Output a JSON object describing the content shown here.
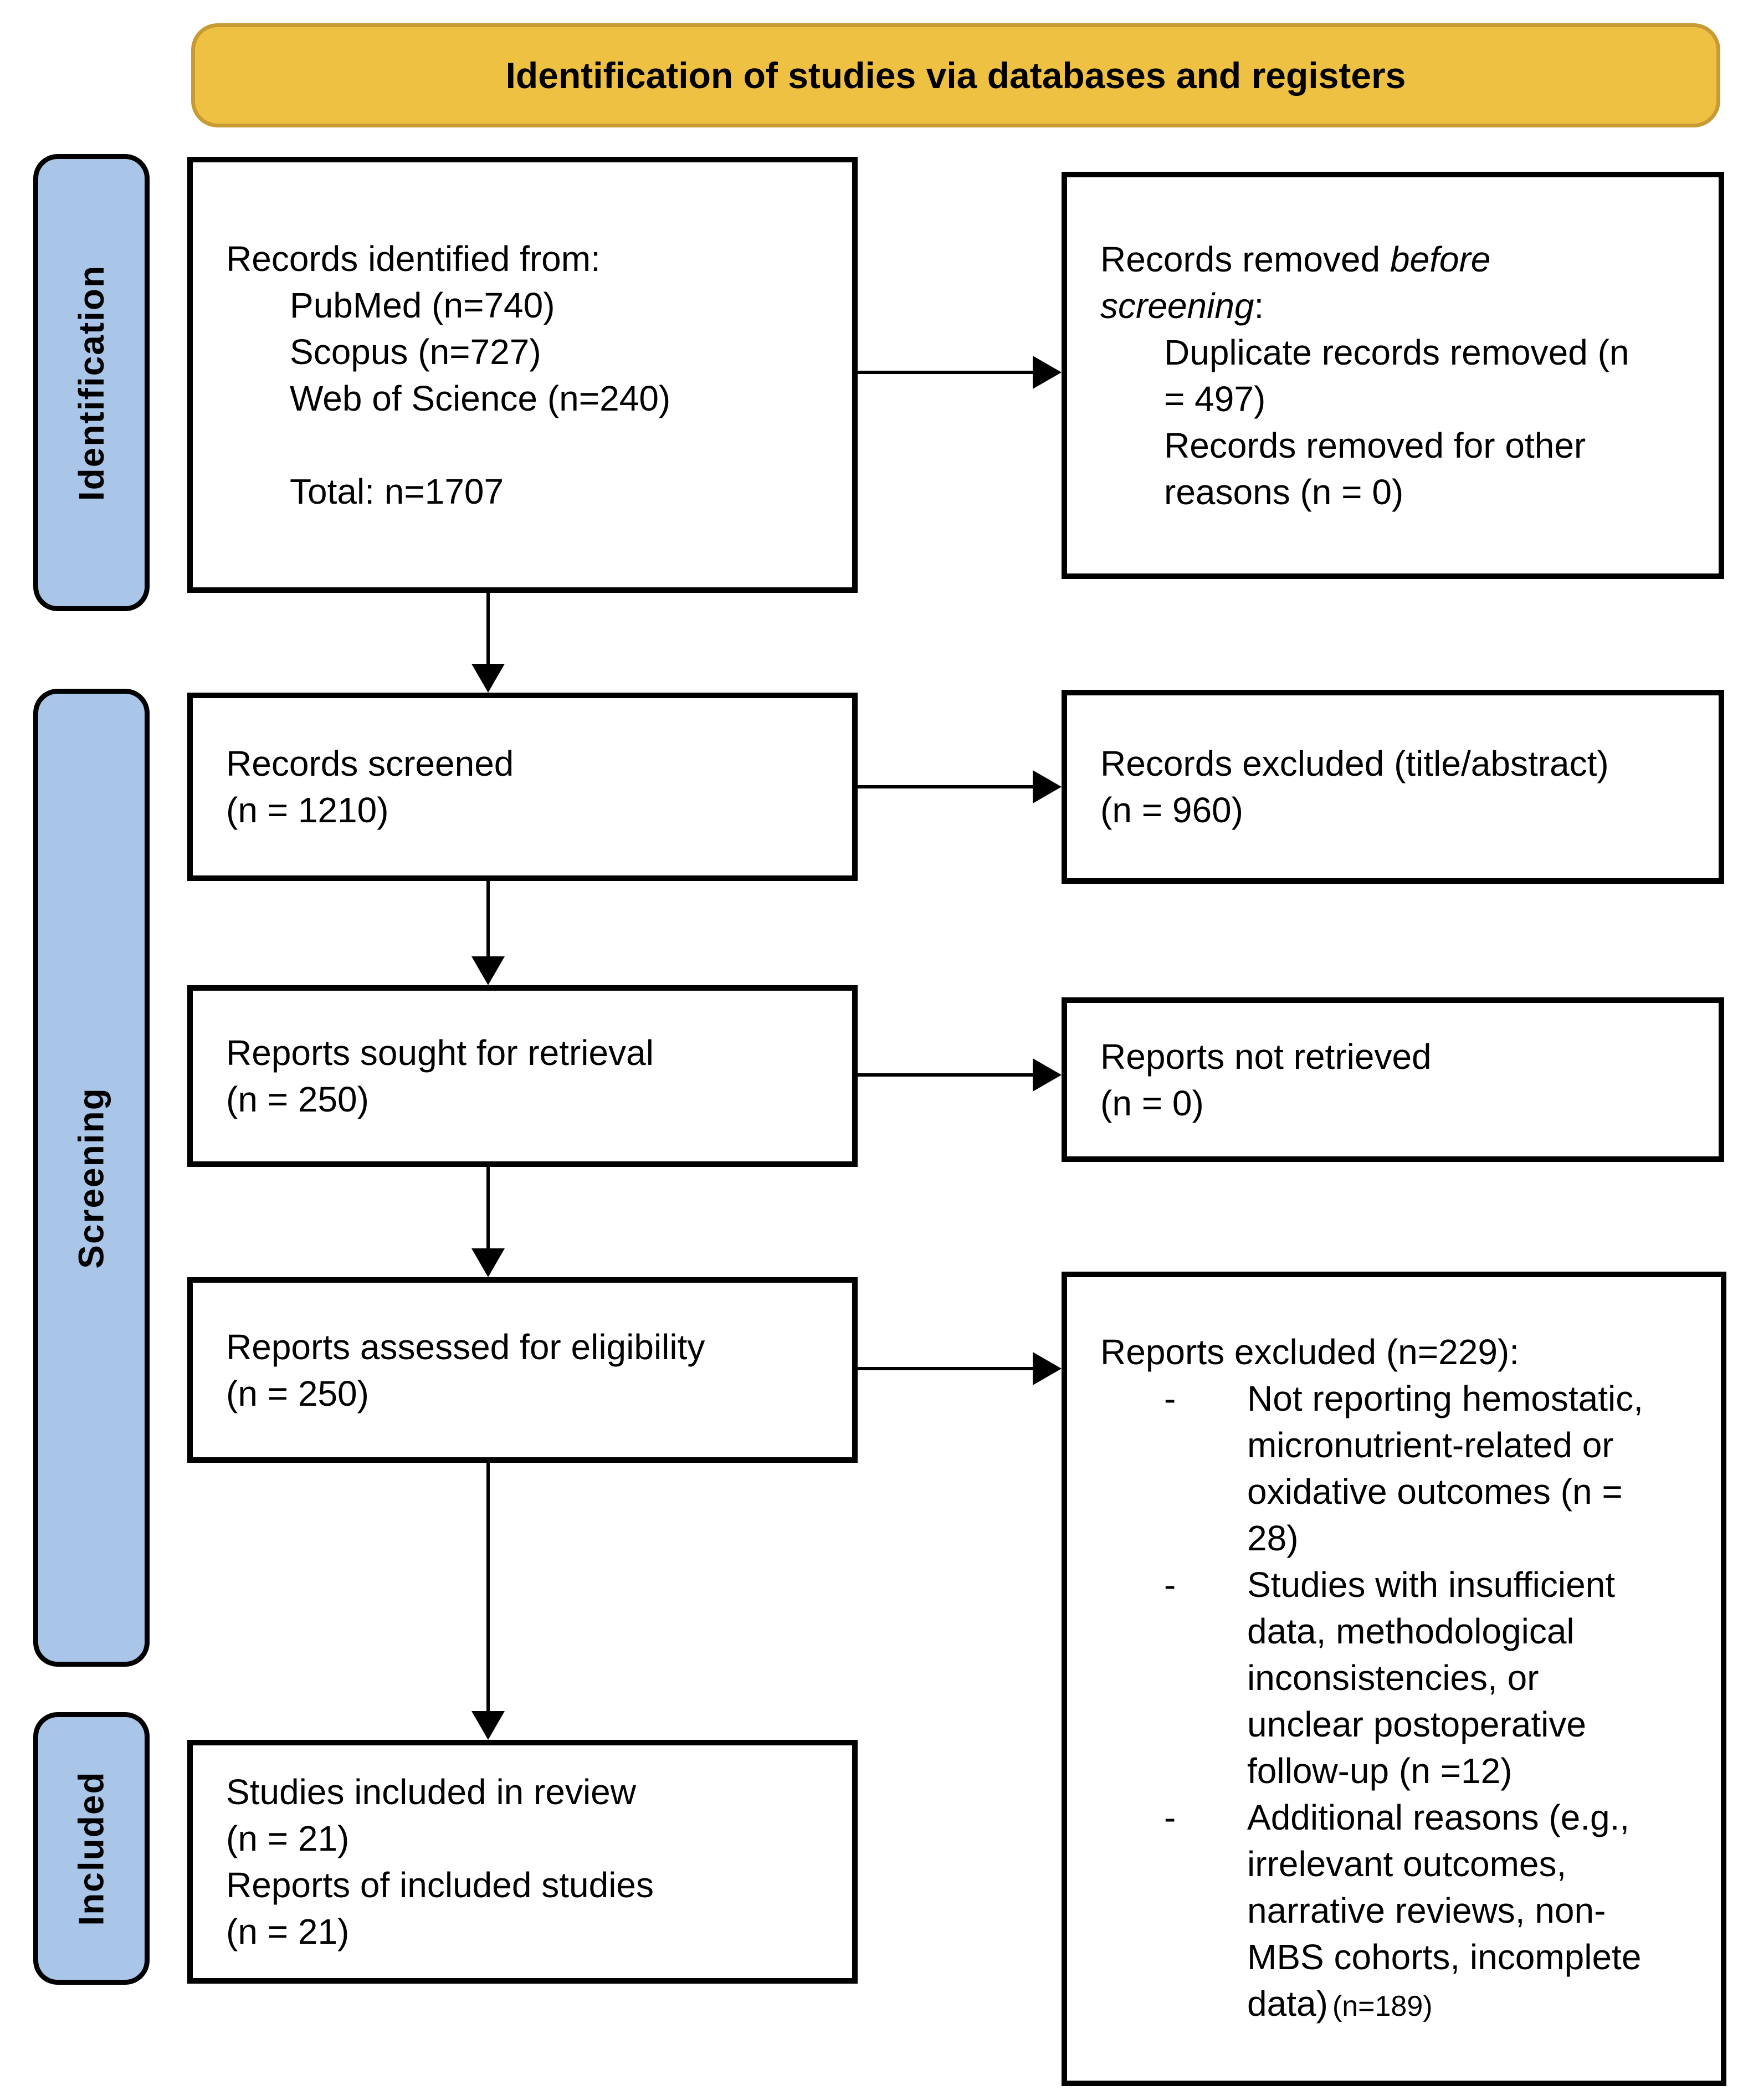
{
  "banner": {
    "title": "Identification of studies via databases and registers"
  },
  "sidebar": {
    "identification": "Identification",
    "screening": "Screening",
    "included": "Included"
  },
  "boxes": {
    "records_identified": {
      "intro": "Records identified from:",
      "sources": [
        "PubMed (n=740)",
        "Scopus (n=727)",
        "Web of Science (n=240)"
      ],
      "total": "Total: n=1707"
    },
    "records_removed": {
      "lead_plain": "Records removed ",
      "lead_italic": "before screening",
      "lead_tail": ":",
      "items": [
        "Duplicate records removed (n = 497)",
        "Records removed for other reasons (n = 0)"
      ]
    },
    "records_screened": {
      "lines": [
        "Records screened",
        "(n = 1210)"
      ]
    },
    "records_excluded": {
      "lines": [
        "Records excluded (title/abstract)",
        "(n = 960)"
      ]
    },
    "reports_sought": {
      "lines": [
        "Reports sought for retrieval",
        "(n = 250)"
      ]
    },
    "reports_not_retrieved": {
      "lines": [
        "Reports not retrieved",
        "(n = 0)"
      ]
    },
    "reports_assessed": {
      "lines": [
        "Reports assessed for eligibility",
        "(n = 250)"
      ]
    },
    "reports_excluded": {
      "heading": "Reports excluded (n=229):",
      "bullet": "-",
      "items": [
        "Not reporting hemostatic, micronutrient-related or oxidative outcomes (n = 28)",
        "Studies with insufficient data, methodological inconsistencies, or unclear postoperative follow-up (n =12)",
        "Additional reasons (e.g., irrelevant outcomes, narrative reviews, non-MBS cohorts, incomplete data)"
      ],
      "item3_suffix": "(n=189)"
    },
    "studies_included": {
      "lines": [
        "Studies included in review",
        "(n = 21)",
        "Reports of included studies",
        "(n = 21)"
      ]
    }
  },
  "colors": {
    "banner_fill": "#EFC143",
    "banner_border": "#C79A33",
    "sidebar_fill": "#A9C6E9",
    "box_border": "#000000",
    "background": "#FFFFFF"
  }
}
